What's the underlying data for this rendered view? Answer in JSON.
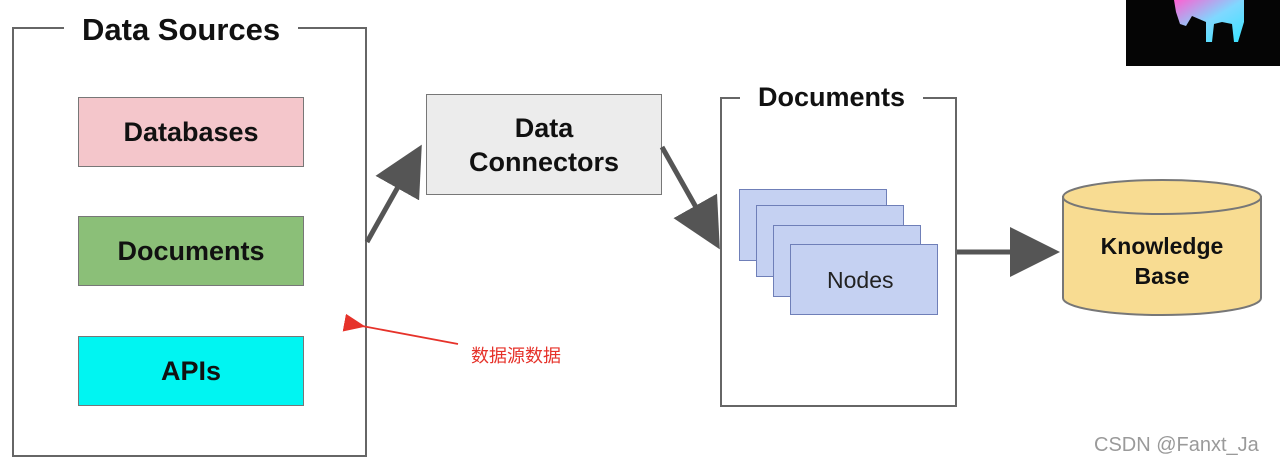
{
  "data_sources": {
    "title": "Data Sources",
    "items": [
      {
        "label": "Databases",
        "color": "#f4c6cb"
      },
      {
        "label": "Documents",
        "color": "#8bbf78"
      },
      {
        "label": "APIs",
        "color": "#00f5f2"
      }
    ]
  },
  "connector": {
    "line1": "Data",
    "line2": "Connectors",
    "color": "#ececec"
  },
  "documents": {
    "title": "Documents",
    "node_label": "Nodes",
    "node_color": "#c5d1f2"
  },
  "knowledge_base": {
    "line1": "Knowledge",
    "line2": "Base",
    "color": "#f8dc92"
  },
  "annotation": {
    "text": "数据源数据",
    "color": "#e6322a"
  },
  "watermark": {
    "text": "CSDN @Fanxt_Ja"
  },
  "logo": {
    "icon": "glowing-animal-logo-icon"
  }
}
